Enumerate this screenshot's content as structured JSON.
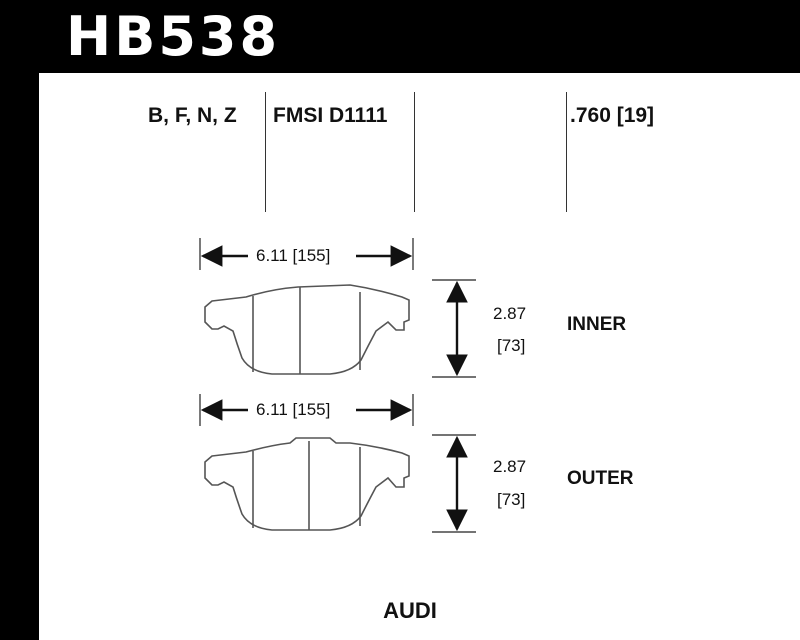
{
  "header": {
    "part_number": "HB538",
    "compounds": "B, F, N, Z",
    "fmsi": "FMSI D1111",
    "thickness": ".760 [19]"
  },
  "inner_pad": {
    "width": "6.11 [155]",
    "height_in": "2.87",
    "height_mm": "[73]",
    "label": "INNER"
  },
  "outer_pad": {
    "width": "6.11 [155]",
    "height_in": "2.87",
    "height_mm": "[73]",
    "label": "OUTER"
  },
  "vehicle_make": "AUDI",
  "colors": {
    "frame": "#000000",
    "pad_outline": "#555555",
    "text": "#111111"
  }
}
